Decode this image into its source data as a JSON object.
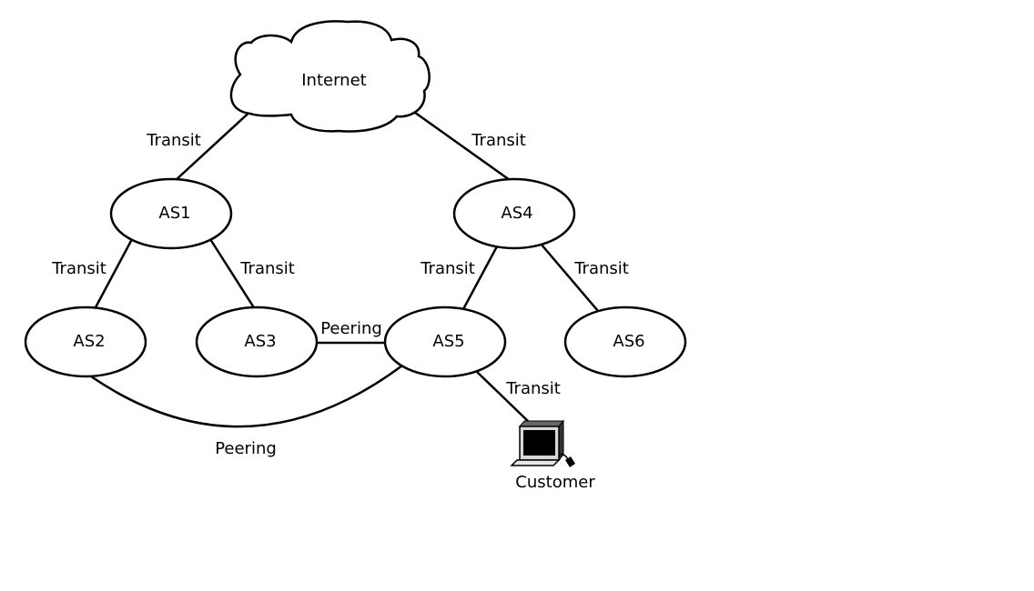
{
  "nodes": {
    "internet": "Internet",
    "as1": "AS1",
    "as2": "AS2",
    "as3": "AS3",
    "as4": "AS4",
    "as5": "AS5",
    "as6": "AS6",
    "customer": "Customer"
  },
  "edges": {
    "internet_as1": "Transit",
    "internet_as4": "Transit",
    "as1_as2": "Transit",
    "as1_as3": "Transit",
    "as4_as5": "Transit",
    "as4_as6": "Transit",
    "as3_as5": "Peering",
    "as2_as5": "Peering",
    "as5_customer": "Transit"
  }
}
